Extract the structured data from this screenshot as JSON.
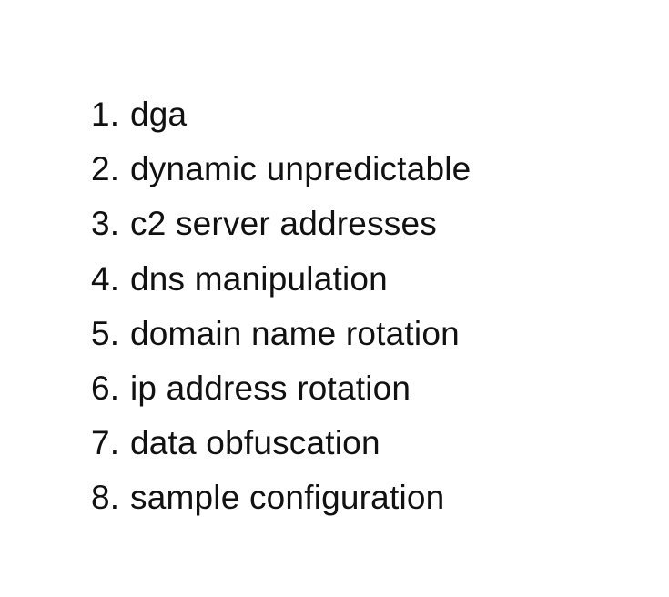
{
  "list": {
    "items": [
      {
        "number": "1.",
        "text": "dga"
      },
      {
        "number": "2.",
        "text": "dynamic unpredictable"
      },
      {
        "number": "3.",
        "text": "c2 server addresses"
      },
      {
        "number": "4.",
        "text": "dns manipulation"
      },
      {
        "number": "5.",
        "text": "domain name rotation"
      },
      {
        "number": "6.",
        "text": "ip address rotation"
      },
      {
        "number": "7.",
        "text": "data obfuscation"
      },
      {
        "number": "8.",
        "text": "sample configuration"
      }
    ]
  }
}
